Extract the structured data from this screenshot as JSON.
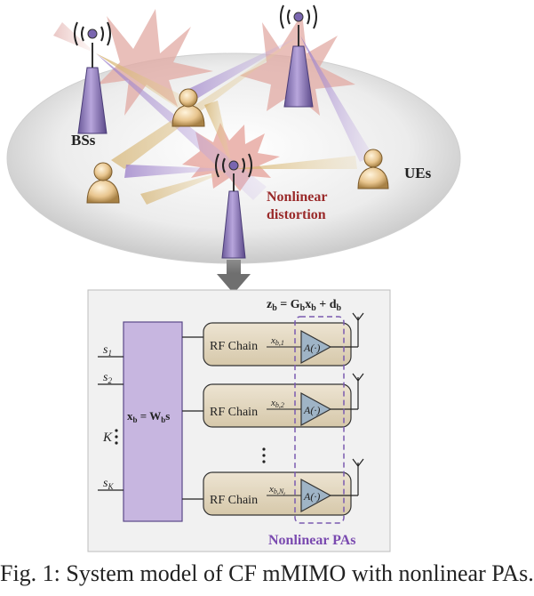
{
  "scene": {
    "bs_label": "BSs",
    "ue_label": "UEs",
    "distortion_label_line1": "Nonlinear",
    "distortion_label_line2": "distortion"
  },
  "block_diagram": {
    "output_eq": "z_b = G_b x_b + d_b",
    "precoder_eq": "x_b = W_b s",
    "inputs": [
      "s₁",
      "s₂",
      "s_K"
    ],
    "k_label": "K",
    "rf_chains": [
      {
        "label": "RF Chain",
        "signal": "x_{b,1}",
        "pa": "A(·)"
      },
      {
        "label": "RF Chain",
        "signal": "x_{b,2}",
        "pa": "A(·)"
      },
      {
        "label": "RF Chain",
        "signal": "x_{b,Nₜ}",
        "pa": "A(·)"
      }
    ],
    "pa_group_label": "Nonlinear PAs"
  },
  "caption": "Fig. 1: System model of CF mMIMO with nonlinear PAs."
}
